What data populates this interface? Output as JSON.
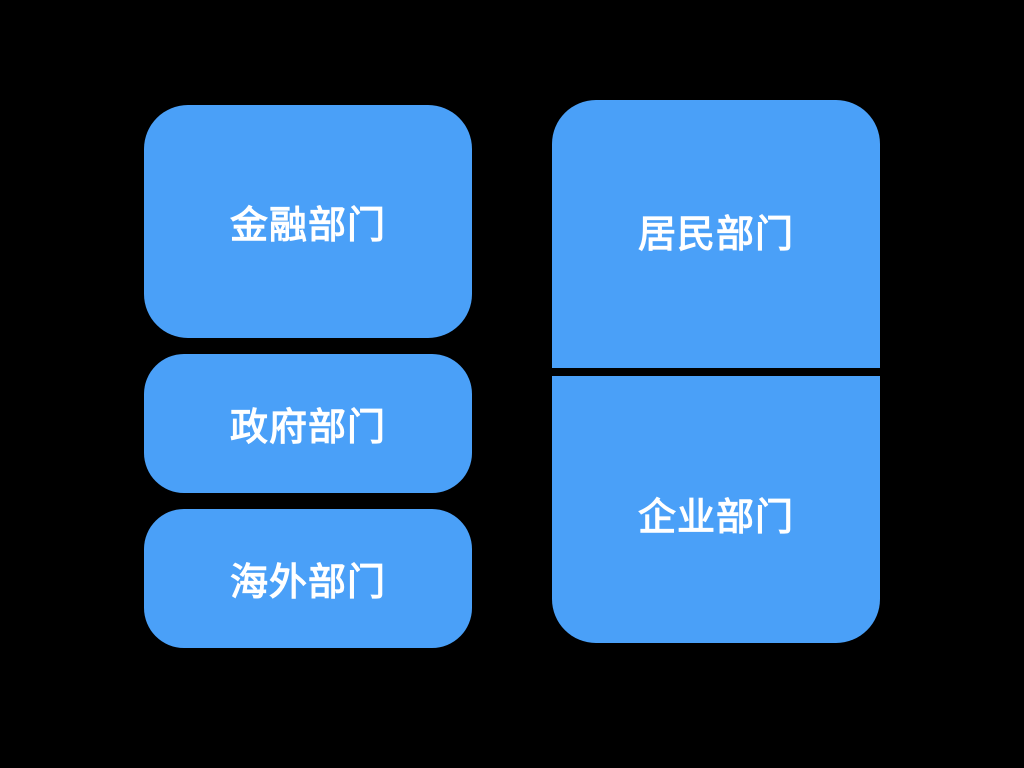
{
  "diagram": {
    "colors": {
      "background": "#000000",
      "box_fill": "#4aa0f8",
      "text": "#ffffff"
    },
    "left_column": [
      {
        "label": "金融部门"
      },
      {
        "label": "政府部门"
      },
      {
        "label": "海外部门"
      }
    ],
    "right_column": [
      {
        "label": "居民部门"
      },
      {
        "label": "企业部门"
      }
    ]
  }
}
